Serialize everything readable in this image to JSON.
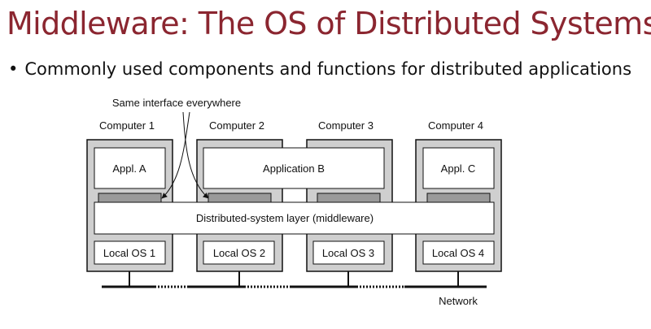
{
  "slide": {
    "title": "Middleware: The OS of Distributed Systems",
    "bullet": "Commonly used components and functions for distributed applications"
  },
  "diagram": {
    "annotation": "Same interface everywhere",
    "computers": [
      {
        "label": "Computer 1",
        "app": "Appl. A",
        "os": "Local OS 1"
      },
      {
        "label": "Computer 2",
        "app": "Application B",
        "os": "Local OS 2"
      },
      {
        "label": "Computer 3",
        "os": "Local OS 3"
      },
      {
        "label": "Computer 4",
        "app": "Appl. C",
        "os": "Local OS 4"
      }
    ],
    "middleware_label": "Distributed-system layer (middleware)",
    "network_label": "Network"
  },
  "colors": {
    "title": "#8b2630",
    "computer_frame": "#cfcfcf",
    "interface_block": "#9a9a9a",
    "box_fill": "#ffffff",
    "stroke": "#111111"
  }
}
